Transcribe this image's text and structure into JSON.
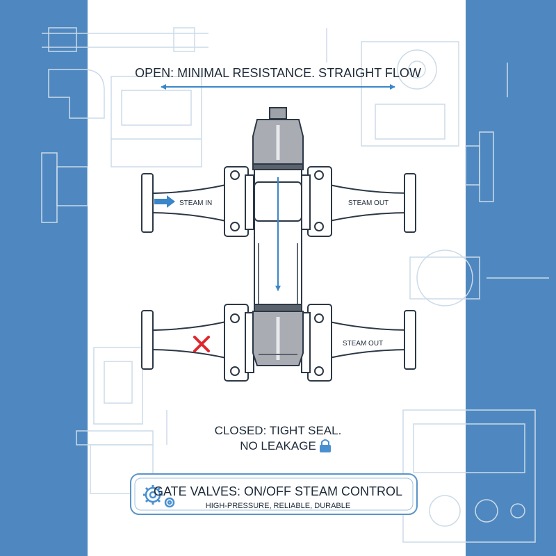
{
  "open_caption": "OPEN: MINIMAL RESISTANCE. STRAIGHT FLOW",
  "closed_caption_line1": "CLOSED: TIGHT SEAL.",
  "closed_caption_line2": "NO LEAKAGE",
  "open_valve": {
    "inlet_label": "STEAM IN",
    "outlet_label": "STEAM OUT"
  },
  "closed_valve": {
    "outlet_label": "STEAM OUT",
    "blocked_icon": "x-mark-icon"
  },
  "banner": {
    "title": "GATE VALVES: ON/OFF STEAM CONTROL",
    "subtitle": "HIGH-PRESSURE, RELIABLE, DURABLE",
    "icon": "gears-icon"
  },
  "colors": {
    "side_panel": "#4f88c0",
    "line": "#2c3846",
    "accent_blue": "#3a86c8",
    "gate_gray": "#a9adb3",
    "red_x": "#e0262b",
    "lock_blue": "#4a90d0",
    "faint": "#c9d8e6"
  }
}
